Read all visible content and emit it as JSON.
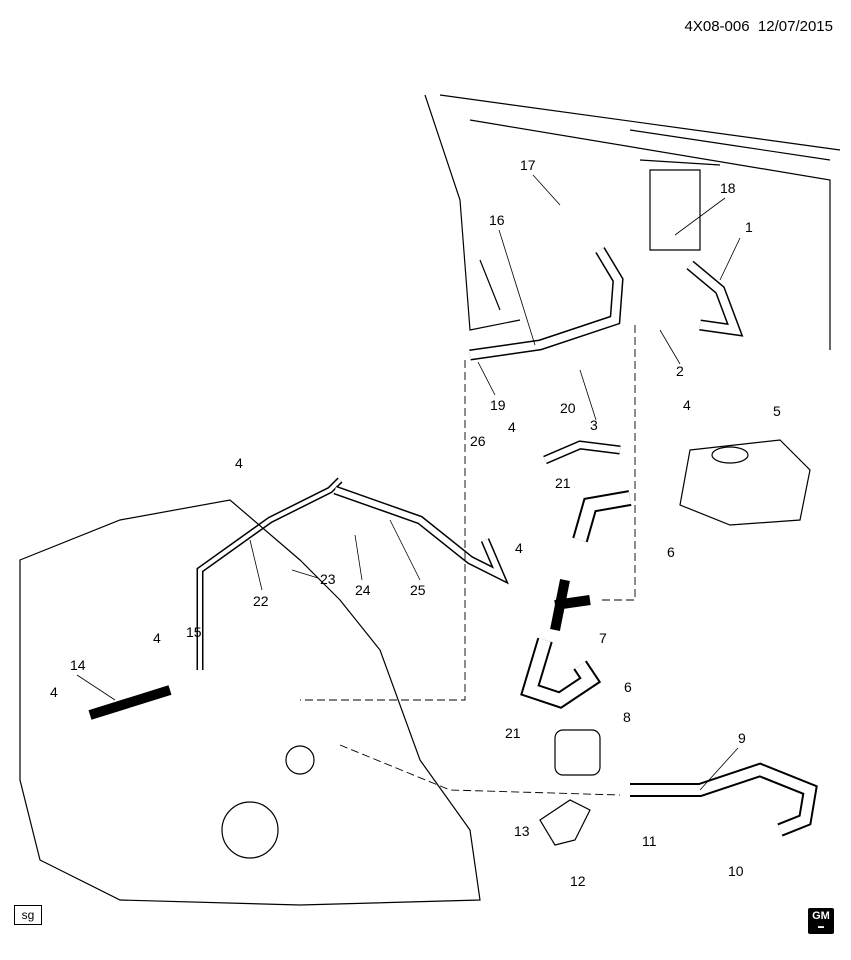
{
  "header": {
    "id": "4X08-006",
    "date": "12/07/2015"
  },
  "footer": {
    "left_tag": "sg",
    "logo": "GM"
  },
  "logo_text": "GM",
  "callouts": [
    "1",
    "2",
    "3",
    "4",
    "5",
    "6",
    "7",
    "8",
    "9",
    "10",
    "11",
    "12",
    "13",
    "14",
    "15",
    "16",
    "17",
    "18",
    "19",
    "20",
    "21",
    "22",
    "23",
    "24",
    "25",
    "26"
  ]
}
